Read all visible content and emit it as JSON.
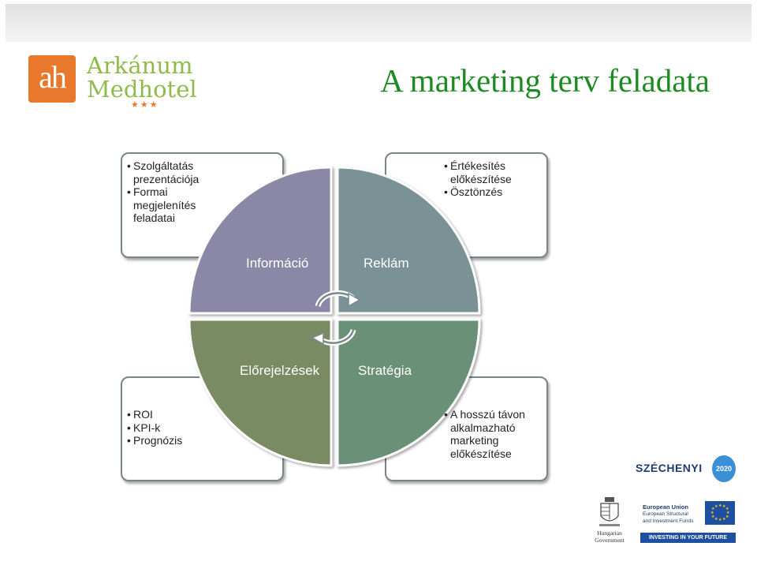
{
  "slide": {
    "title": "A marketing terv feladata"
  },
  "logo": {
    "monogram": "ah",
    "name_line1": "Arkánum",
    "name_line2": "Medhotel",
    "stars": "★★★"
  },
  "quadrants": [
    {
      "label": "Információ",
      "color": "#8b87a6",
      "bullets": [
        "Szolgáltatás prezentációja",
        "Formai megjelenítés feladatai"
      ]
    },
    {
      "label": "Reklám",
      "color": "#7a9196",
      "bullets": [
        "Értékesítés előkészítése",
        "Ösztönzés"
      ]
    },
    {
      "label": "Előrejelzések",
      "color": "#7a8a62",
      "bullets": [
        "ROI",
        "KPI-k",
        "Prognózis"
      ]
    },
    {
      "label": "Stratégia",
      "color": "#6a9177",
      "bullets": [
        "A hosszú távon alkalmazható marketing előkészítése"
      ]
    }
  ],
  "footer_logos": {
    "szechenyi": {
      "text": "SZÉCHENYI",
      "badge": "2020"
    },
    "hungarian_government": {
      "line1": "Hungarian",
      "line2": "Government"
    },
    "eu": {
      "line1": "European Union",
      "line2": "European Structural",
      "line3": "and Investment Funds",
      "banner": "INVESTING IN YOUR FUTURE"
    }
  },
  "colors": {
    "title": "#1e8a22",
    "logo_orange": "#e8792c",
    "logo_green": "#8fbb4c",
    "box_border": "#7a8585"
  }
}
